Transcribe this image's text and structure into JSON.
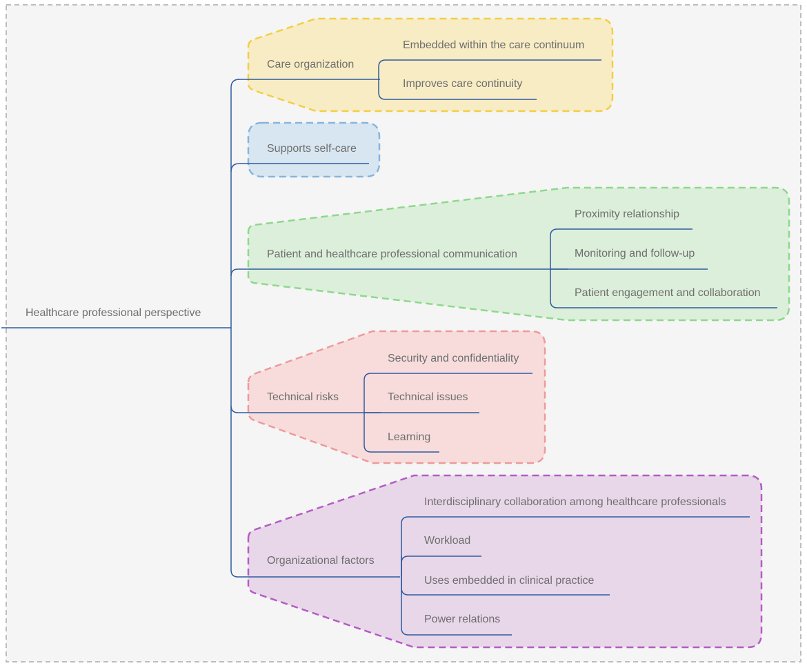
{
  "root": "Healthcare professional perspective",
  "colors": {
    "line": "#2e5b9f",
    "frame": "#bdbdbd",
    "canvas": "#f5f5f5",
    "text": "#6e6e6e"
  },
  "groups": [
    {
      "label": "Care organization",
      "fill": "#f8ecc4",
      "stroke": "#f1cf46",
      "children": [
        "Embedded within the care continuum",
        "Improves care continuity"
      ]
    },
    {
      "label": "Supports self-care",
      "fill": "#d8e6f1",
      "stroke": "#86b5dc",
      "children": []
    },
    {
      "label": "Patient and healthcare professional communication",
      "fill": "#dcefda",
      "stroke": "#8ed88c",
      "children": [
        "Proximity relationship",
        "Monitoring and follow-up",
        "Patient engagement and collaboration"
      ]
    },
    {
      "label": "Technical risks",
      "fill": "#f8dcdc",
      "stroke": "#ee9a9a",
      "children": [
        "Security and confidentiality",
        "Technical issues",
        "Learning"
      ]
    },
    {
      "label": "Organizational factors",
      "fill": "#e8d7e9",
      "stroke": "#b45cc4",
      "children": [
        "Interdisciplinary collaboration among healthcare professionals",
        "Workload",
        "Uses embedded in clinical practice",
        "Power relations"
      ]
    }
  ]
}
